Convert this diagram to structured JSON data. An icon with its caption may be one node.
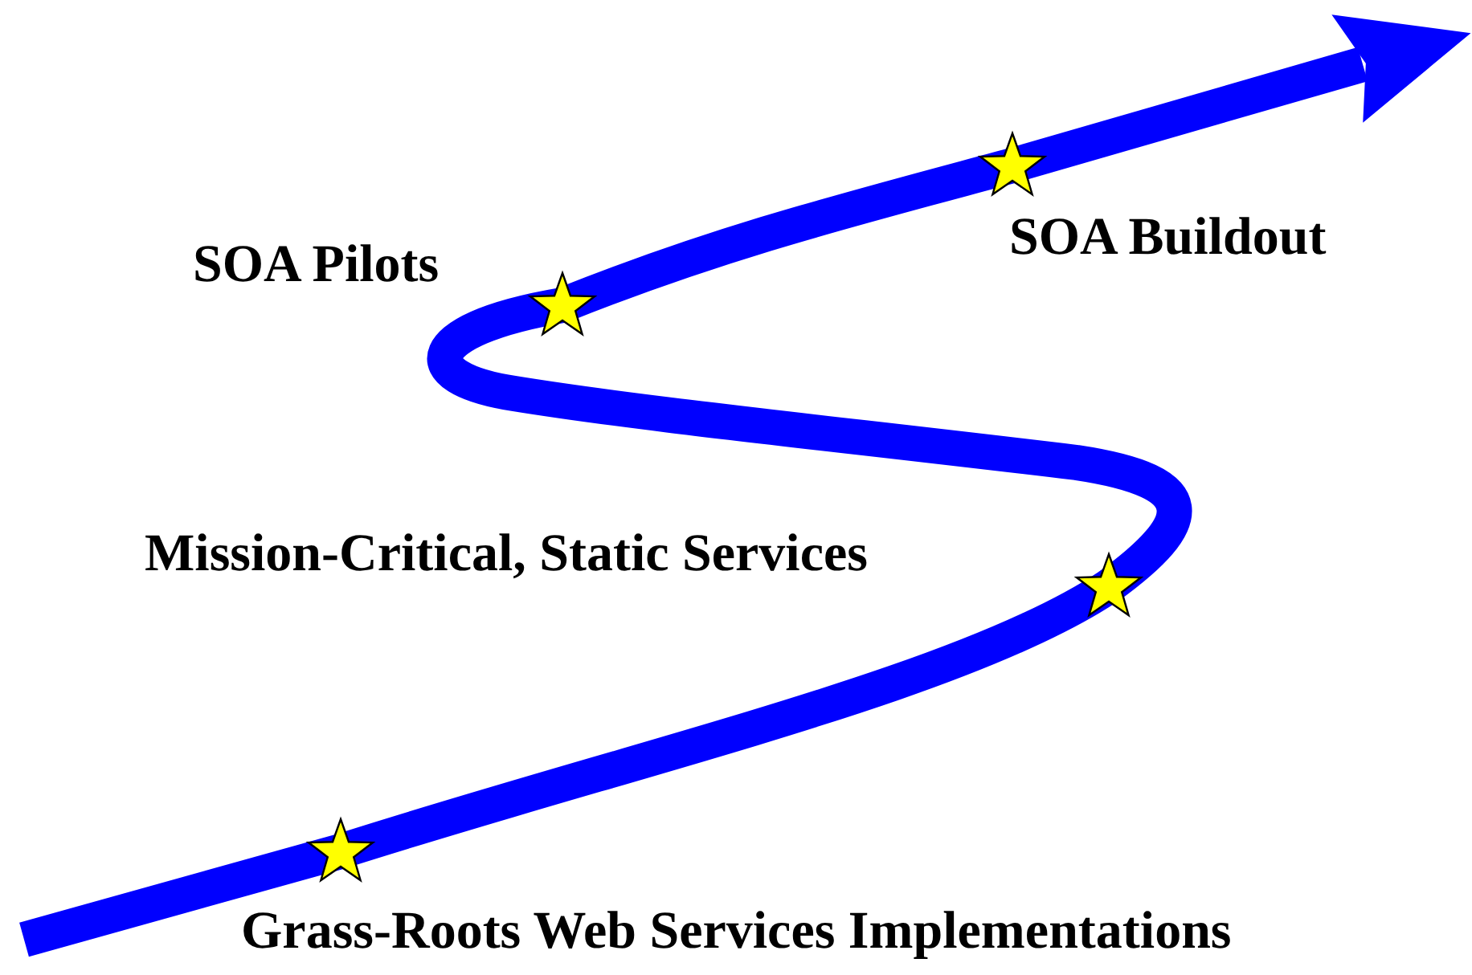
{
  "diagram": {
    "nodes": [
      {
        "text": [],
        "shape": "star",
        "beside": [
          "Grass-Roots Web Services Implementations"
        ]
      },
      {
        "text": [],
        "shape": "star",
        "beside": [
          "Mission-Critical, Static Services"
        ]
      },
      {
        "text": [],
        "shape": "star",
        "beside": [
          "SOA Pilots"
        ]
      },
      {
        "text": [],
        "shape": "star",
        "beside": [
          "SOA Buildout"
        ]
      }
    ],
    "edges": [
      {
        "from": null,
        "to": 0,
        "arrow": "none"
      },
      {
        "from": 0,
        "to": 1,
        "arrow": "none"
      },
      {
        "from": 1,
        "to": 2,
        "arrow": "none"
      },
      {
        "from": 2,
        "to": 3,
        "arrow": "none"
      },
      {
        "from": 3,
        "to": null,
        "arrow": "to"
      }
    ]
  }
}
